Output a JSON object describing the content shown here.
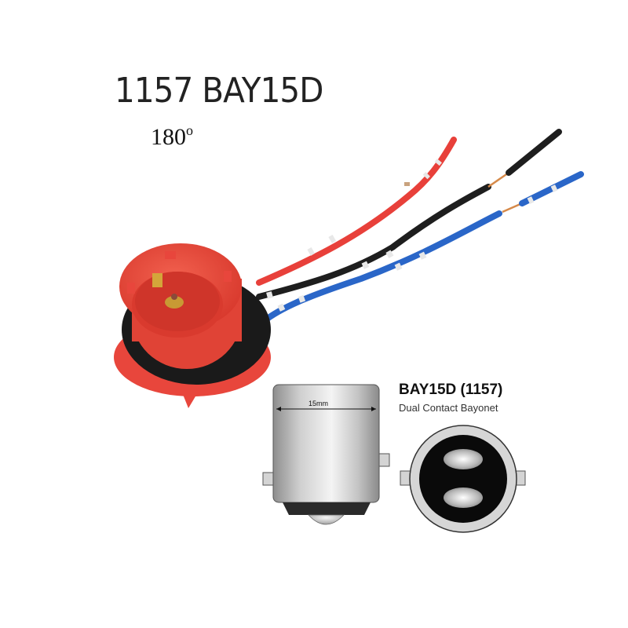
{
  "header": {
    "title": "1157 BAY15D",
    "angle_value": "180",
    "angle_unit": "o"
  },
  "product_photo": {
    "subject": "bulb socket with wires",
    "socket_color": "#e8463c",
    "seal_color": "#1a1a1a",
    "wires": [
      {
        "color_name": "red",
        "color": "#e8403a"
      },
      {
        "color_name": "black",
        "color": "#1e1e1e"
      },
      {
        "color_name": "blue",
        "color": "#2a66c8"
      }
    ]
  },
  "diagram": {
    "title": "BAY15D (1157)",
    "subtitle": "Dual Contact Bayonet",
    "dimension_label": "15mm"
  }
}
